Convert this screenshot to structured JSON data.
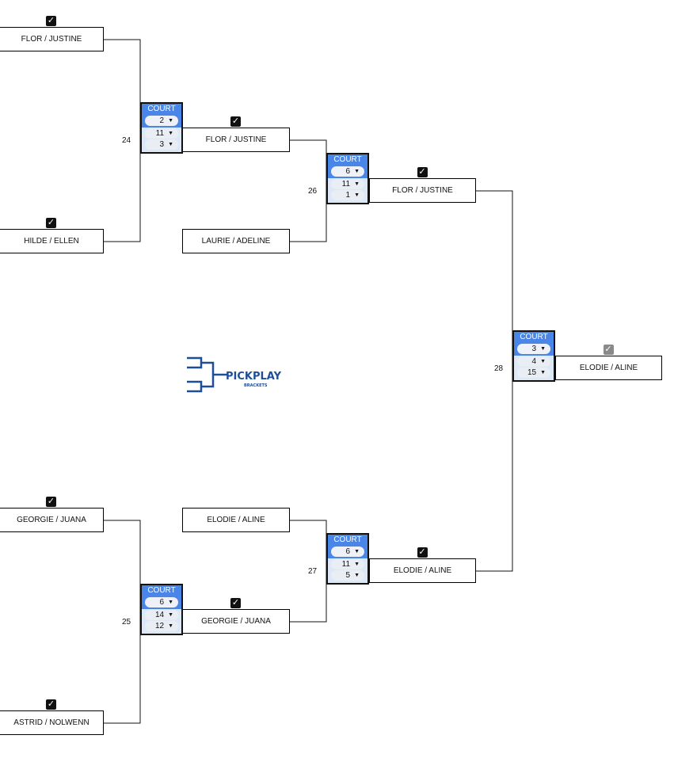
{
  "teams": [
    {
      "name": "FLOR / JUSTINE",
      "checked": true
    },
    {
      "name": "HILDE / ELLEN",
      "checked": true
    },
    {
      "name": "GEORGIE / JUANA",
      "checked": true
    },
    {
      "name": "ASTRID / NOLWENN",
      "checked": true
    },
    {
      "name": "FLOR / JUSTINE",
      "checked": true
    },
    {
      "name": "LAURIE / ADELINE",
      "checked": false
    },
    {
      "name": "ELODIE / ALINE",
      "checked": false
    },
    {
      "name": "GEORGIE / JUANA",
      "checked": true
    },
    {
      "name": "FLOR / JUSTINE",
      "checked": true
    },
    {
      "name": "ELODIE / ALINE",
      "checked": true
    },
    {
      "name": "ELODIE / ALINE",
      "checked": true,
      "grey": true
    }
  ],
  "matches": [
    {
      "number": "24",
      "court_label": "COURT",
      "court": "2",
      "score1": "11",
      "score2": "3"
    },
    {
      "number": "25",
      "court_label": "COURT",
      "court": "6",
      "score1": "14",
      "score2": "12"
    },
    {
      "number": "26",
      "court_label": "COURT",
      "court": "6",
      "score1": "11",
      "score2": "1"
    },
    {
      "number": "27",
      "court_label": "COURT",
      "court": "6",
      "score1": "11",
      "score2": "5"
    },
    {
      "number": "28",
      "court_label": "COURT",
      "court": "3",
      "score1": "4",
      "score2": "15"
    }
  ],
  "logo": {
    "title": "PICKPLAY",
    "subtitle": "BRACKETS",
    "color": "#1f4e99"
  },
  "colors": {
    "court_header": "#4a86e8",
    "court_body": "#dde8f6"
  }
}
